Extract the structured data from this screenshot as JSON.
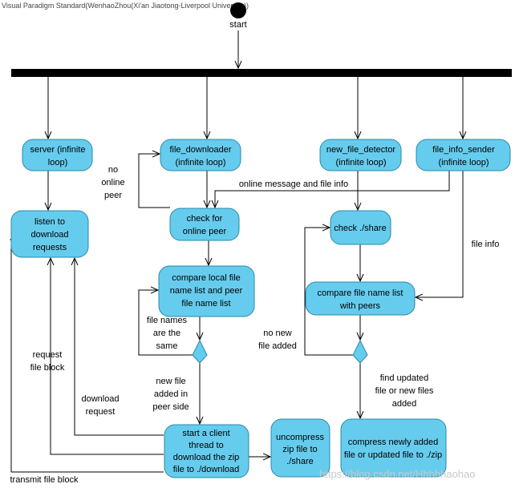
{
  "header": "Visual Paradigm Standard(WenhaoZhou(Xi'an Jiaotong-Liverpool University))",
  "start_label": "start",
  "nodes": {
    "server": [
      "server (infinite",
      "loop)"
    ],
    "file_downloader": [
      "file_downloader",
      "(infinite loop)"
    ],
    "new_file_detector": [
      "new_file_detector",
      "(infinite loop)"
    ],
    "file_info_sender": [
      "file_info_sender",
      "(infinite loop)"
    ],
    "listen": [
      "listen to",
      "download",
      "requests"
    ],
    "check_online": [
      "check for",
      "online peer"
    ],
    "check_share": [
      "check ./share"
    ],
    "compare_local": [
      "compare local file",
      "name list and peer",
      "file name list"
    ],
    "compare_peers": [
      "compare file name list",
      "with peers"
    ],
    "start_client": [
      "start a client",
      "thread to",
      "download the zip",
      "file to ./download"
    ],
    "uncompress": [
      "uncompress",
      "zip file to",
      "./share"
    ],
    "compress": [
      "compress newly added",
      "file or updated file to ./zip"
    ]
  },
  "edge_labels": {
    "no_online_peer": [
      "no",
      "online",
      "peer"
    ],
    "online_message": [
      "online message and file info"
    ],
    "file_info": [
      "file info"
    ],
    "file_names_same": [
      "file names",
      "are the",
      "same"
    ],
    "no_new_file": [
      "no new",
      "file added"
    ],
    "new_file_peer": [
      "new file",
      "added in",
      "peer side"
    ],
    "find_updated": [
      "find updated",
      "file or new files",
      "added"
    ],
    "request_block": [
      "request",
      "file block"
    ],
    "download_request": [
      "download",
      "request"
    ],
    "transmit_block": [
      "transmit file block"
    ]
  },
  "watermark": "https://blog.csdn.net/Hhhhhaohao"
}
